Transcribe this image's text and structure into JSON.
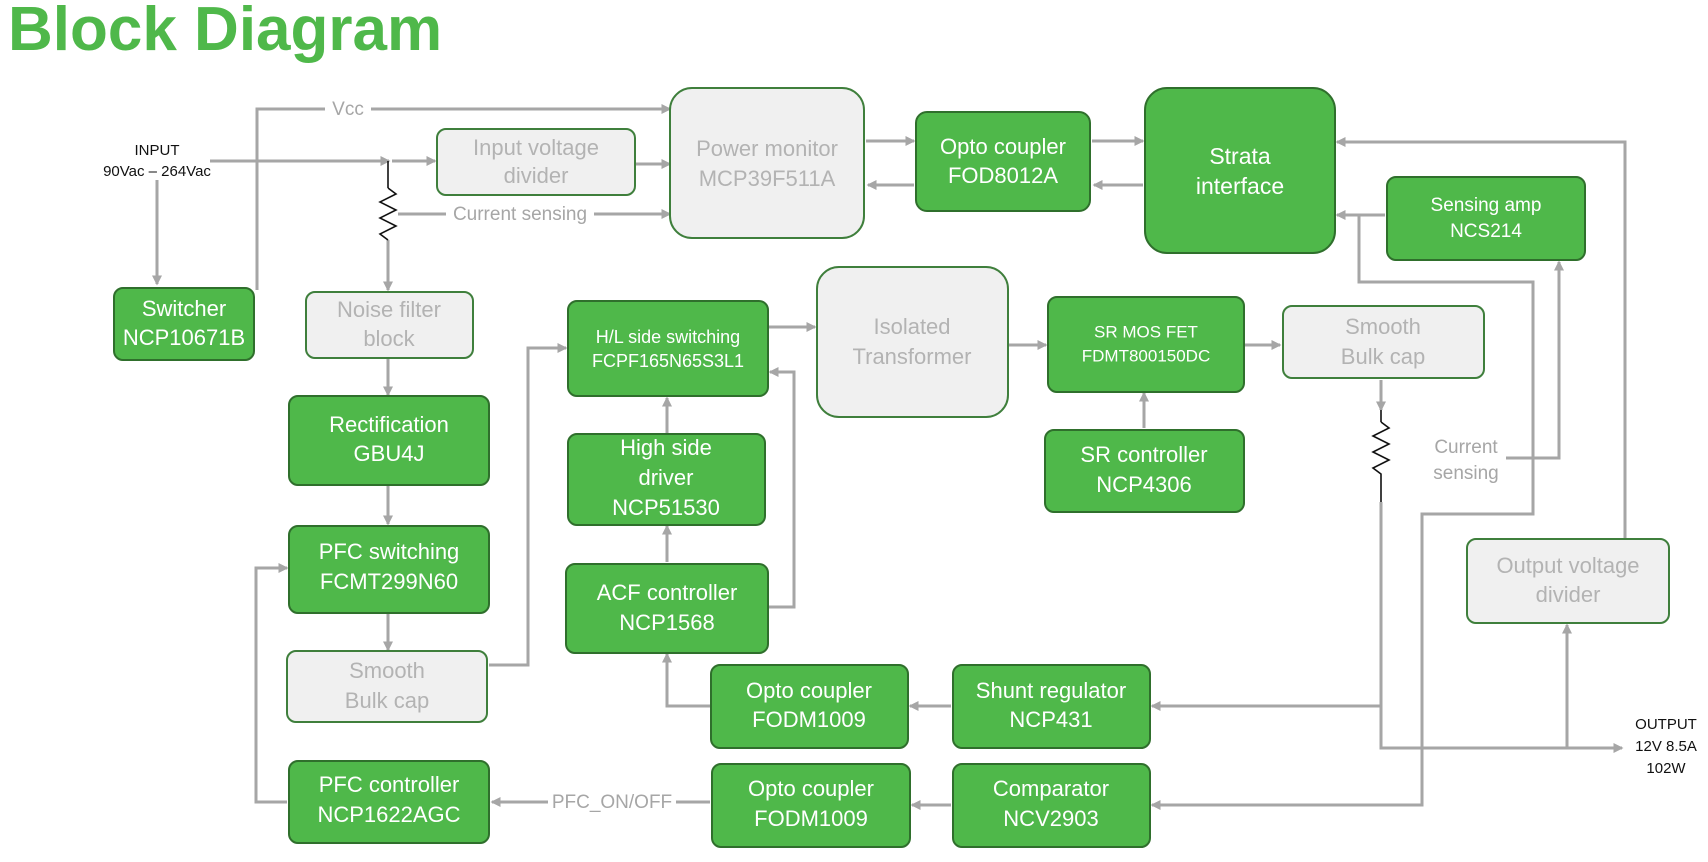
{
  "title": "Block Diagram",
  "colors": {
    "green": "#4fb84a",
    "grey_fill": "#f0f0f0",
    "grey_text": "#b3b3b3",
    "wire": "#a6a6a6"
  },
  "input": {
    "line1": "INPUT",
    "line2": "90Vac – 264Vac"
  },
  "output": {
    "line1": "OUTPUT",
    "line2": "12V 8.5A",
    "line3": "102W"
  },
  "labels": {
    "vcc": "Vcc",
    "current_sensing": "Current sensing",
    "current_sensing_out_1": "Current",
    "current_sensing_out_2": "sensing",
    "pfc_onoff": "PFC_ON/OFF"
  },
  "blocks": {
    "switcher": [
      "Switcher",
      "NCP10671B"
    ],
    "input_divider": [
      "Input voltage",
      "divider"
    ],
    "power_monitor": [
      "Power monitor",
      "MCP39F511A"
    ],
    "opto_top": [
      "Opto coupler",
      "FOD8012A"
    ],
    "strata": [
      "Strata",
      "interface"
    ],
    "sensing_amp": [
      "Sensing amp",
      "NCS214"
    ],
    "noise_filter": [
      "Noise filter",
      "block"
    ],
    "rectification": [
      "Rectification",
      "GBU4J"
    ],
    "pfc_switching": [
      "PFC switching",
      "FCMT299N60"
    ],
    "smooth_bulk_left": [
      "Smooth",
      "Bulk cap"
    ],
    "pfc_controller": [
      "PFC controller",
      "NCP1622AGC"
    ],
    "hl_switching": [
      "H/L side switching",
      "FCPF165N65S3L1"
    ],
    "high_side_driver": [
      "High side",
      "driver",
      "NCP51530"
    ],
    "acf_controller": [
      "ACF controller",
      "NCP1568"
    ],
    "isolated_transformer": [
      "Isolated",
      "Transformer"
    ],
    "sr_mosfet": [
      "SR MOS FET",
      "FDMT800150DC"
    ],
    "sr_controller": [
      "SR controller",
      "NCP4306"
    ],
    "smooth_bulk_right": [
      "Smooth",
      "Bulk cap"
    ],
    "output_divider": [
      "Output voltage",
      "divider"
    ],
    "opto_mid": [
      "Opto coupler",
      "FODM1009"
    ],
    "shunt_regulator": [
      "Shunt regulator",
      "NCP431"
    ],
    "opto_bottom": [
      "Opto coupler",
      "FODM1009"
    ],
    "comparator": [
      "Comparator",
      "NCV2903"
    ]
  }
}
